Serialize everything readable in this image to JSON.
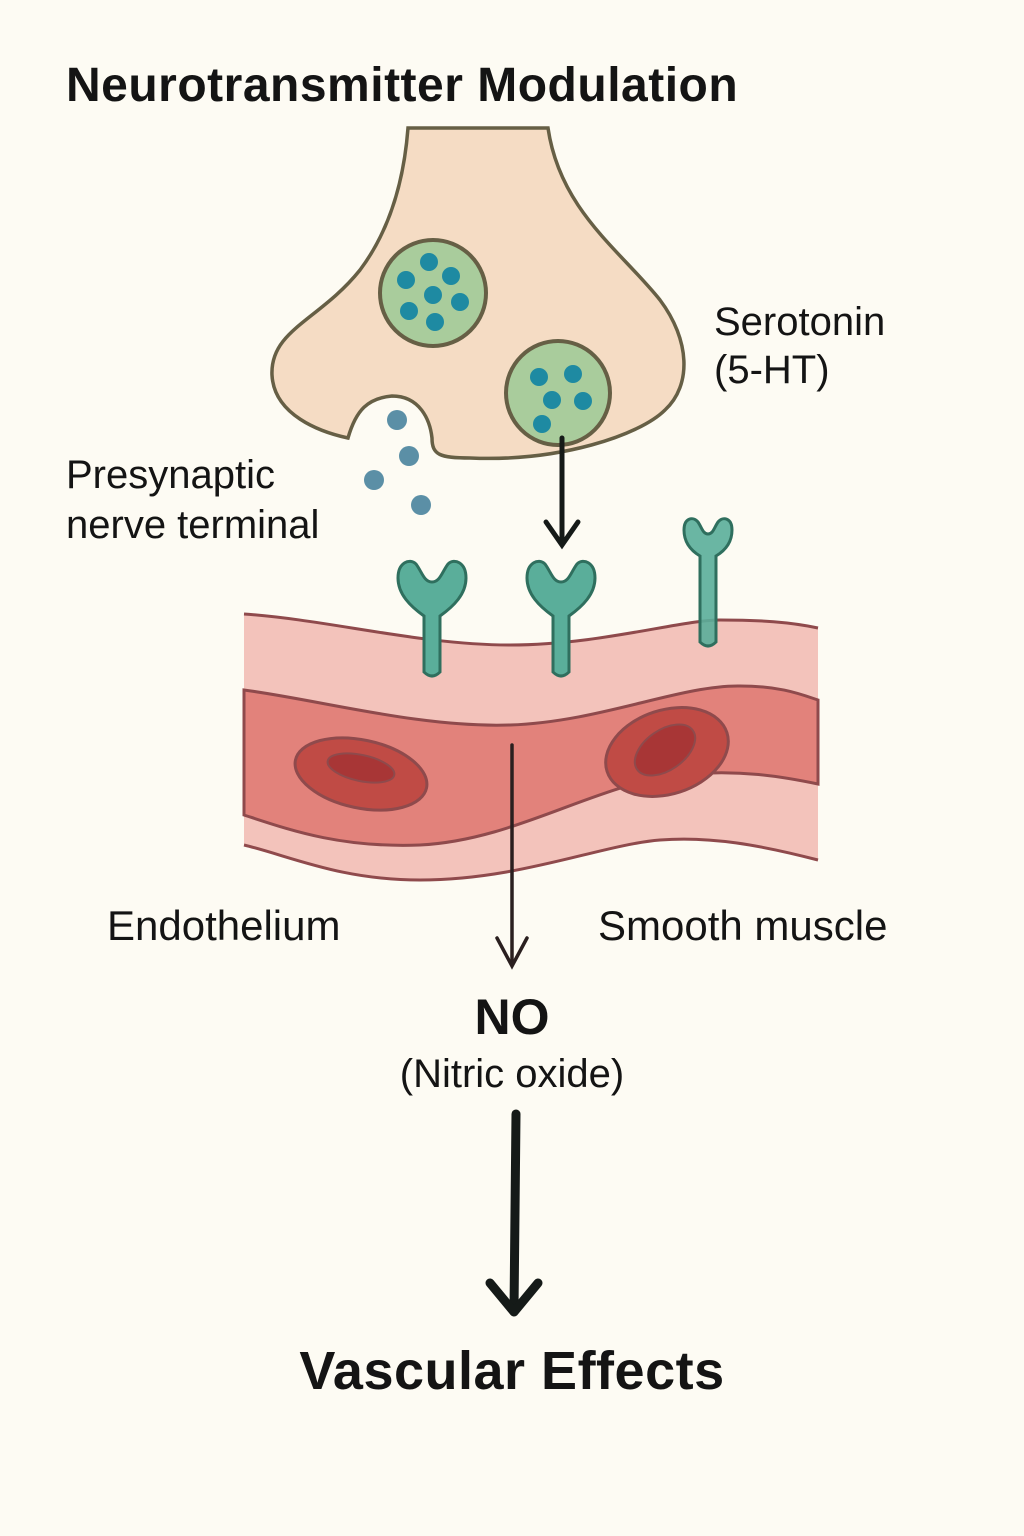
{
  "title": "Neurotransmitter Modulation",
  "labels": {
    "serotonin_line1": "Serotonin",
    "serotonin_line2": "(5-HT)",
    "presynaptic_line1": "Presynaptic",
    "presynaptic_line2": "nerve terminal",
    "endothelium": "Endothelium",
    "smooth_muscle": "Smooth muscle",
    "no": "NO",
    "no_full": "(Nitric oxide)",
    "outcome": "Vascular Effects"
  },
  "colors": {
    "background": "#fdfbf3",
    "terminal_fill": "#f5dcc4",
    "terminal_stroke": "#665f45",
    "vesicle_fill": "#a9cc9c",
    "neurotransmitter": "#1e8aa2",
    "released_molecule": "#5b8fa6",
    "receptor": "#5aae9a",
    "vessel_outer": "#f3c3bb",
    "vessel_lumen": "#e2827b",
    "vessel_stroke": "#8f4a4c",
    "rbc": "#c04b45",
    "rbc_center": "#a83636",
    "arrow": "#151a18"
  },
  "components": {
    "vesicles": [
      {
        "name": "vesicle-upper",
        "molecules": 7
      },
      {
        "name": "vesicle-lower",
        "molecules": 5
      }
    ],
    "released_molecules": 4,
    "receptors": 3,
    "red_blood_cells": 2
  }
}
